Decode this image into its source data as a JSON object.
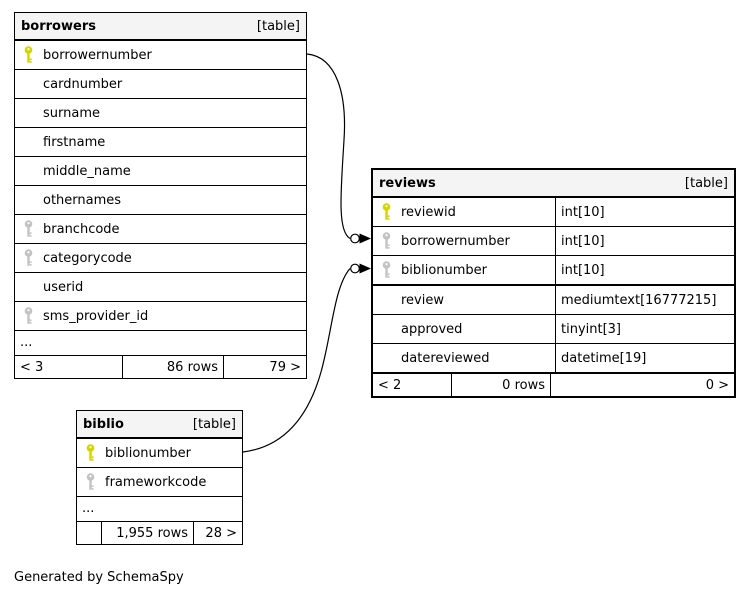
{
  "diagram": {
    "generator_note": "Generated by SchemaSpy"
  },
  "colors": {
    "primary_key": "#d4d400",
    "foreign_key": "#c3c3c3",
    "header_bg": "#f4f4f4",
    "border": "#000000",
    "background": "#ffffff"
  },
  "tables": {
    "borrowers": {
      "name": "borrowers",
      "type_label": "[table]",
      "columns": [
        {
          "name": "borrowernumber",
          "key": "primary"
        },
        {
          "name": "cardnumber",
          "key": "none"
        },
        {
          "name": "surname",
          "key": "none"
        },
        {
          "name": "firstname",
          "key": "none"
        },
        {
          "name": "middle_name",
          "key": "none"
        },
        {
          "name": "othernames",
          "key": "none"
        },
        {
          "name": "branchcode",
          "key": "foreign"
        },
        {
          "name": "categorycode",
          "key": "foreign"
        },
        {
          "name": "userid",
          "key": "none"
        },
        {
          "name": "sms_provider_id",
          "key": "foreign"
        }
      ],
      "ellipsis": "...",
      "footer": {
        "related_from": "< 3",
        "rows": "86 rows",
        "related_to": "79 >"
      }
    },
    "reviews": {
      "name": "reviews",
      "type_label": "[table]",
      "columns": [
        {
          "name": "reviewid",
          "type": "int[10]",
          "key": "primary"
        },
        {
          "name": "borrowernumber",
          "type": "int[10]",
          "key": "foreign"
        },
        {
          "name": "biblionumber",
          "type": "int[10]",
          "key": "foreign"
        },
        {
          "name": "review",
          "type": "mediumtext[16777215]",
          "key": "none"
        },
        {
          "name": "approved",
          "type": "tinyint[3]",
          "key": "none"
        },
        {
          "name": "datereviewed",
          "type": "datetime[19]",
          "key": "none"
        }
      ],
      "footer": {
        "related_from": "< 2",
        "rows": "0 rows",
        "related_to": "0 >"
      }
    },
    "biblio": {
      "name": "biblio",
      "type_label": "[table]",
      "columns": [
        {
          "name": "biblionumber",
          "key": "primary"
        },
        {
          "name": "frameworkcode",
          "key": "foreign"
        }
      ],
      "ellipsis": "...",
      "footer": {
        "related_from": "",
        "rows": "1,955 rows",
        "related_to": "28 >"
      }
    }
  },
  "relationships": [
    {
      "from": "borrowers.borrowernumber",
      "to": "reviews.borrowernumber"
    },
    {
      "from": "biblio.biblionumber",
      "to": "reviews.biblionumber"
    }
  ]
}
